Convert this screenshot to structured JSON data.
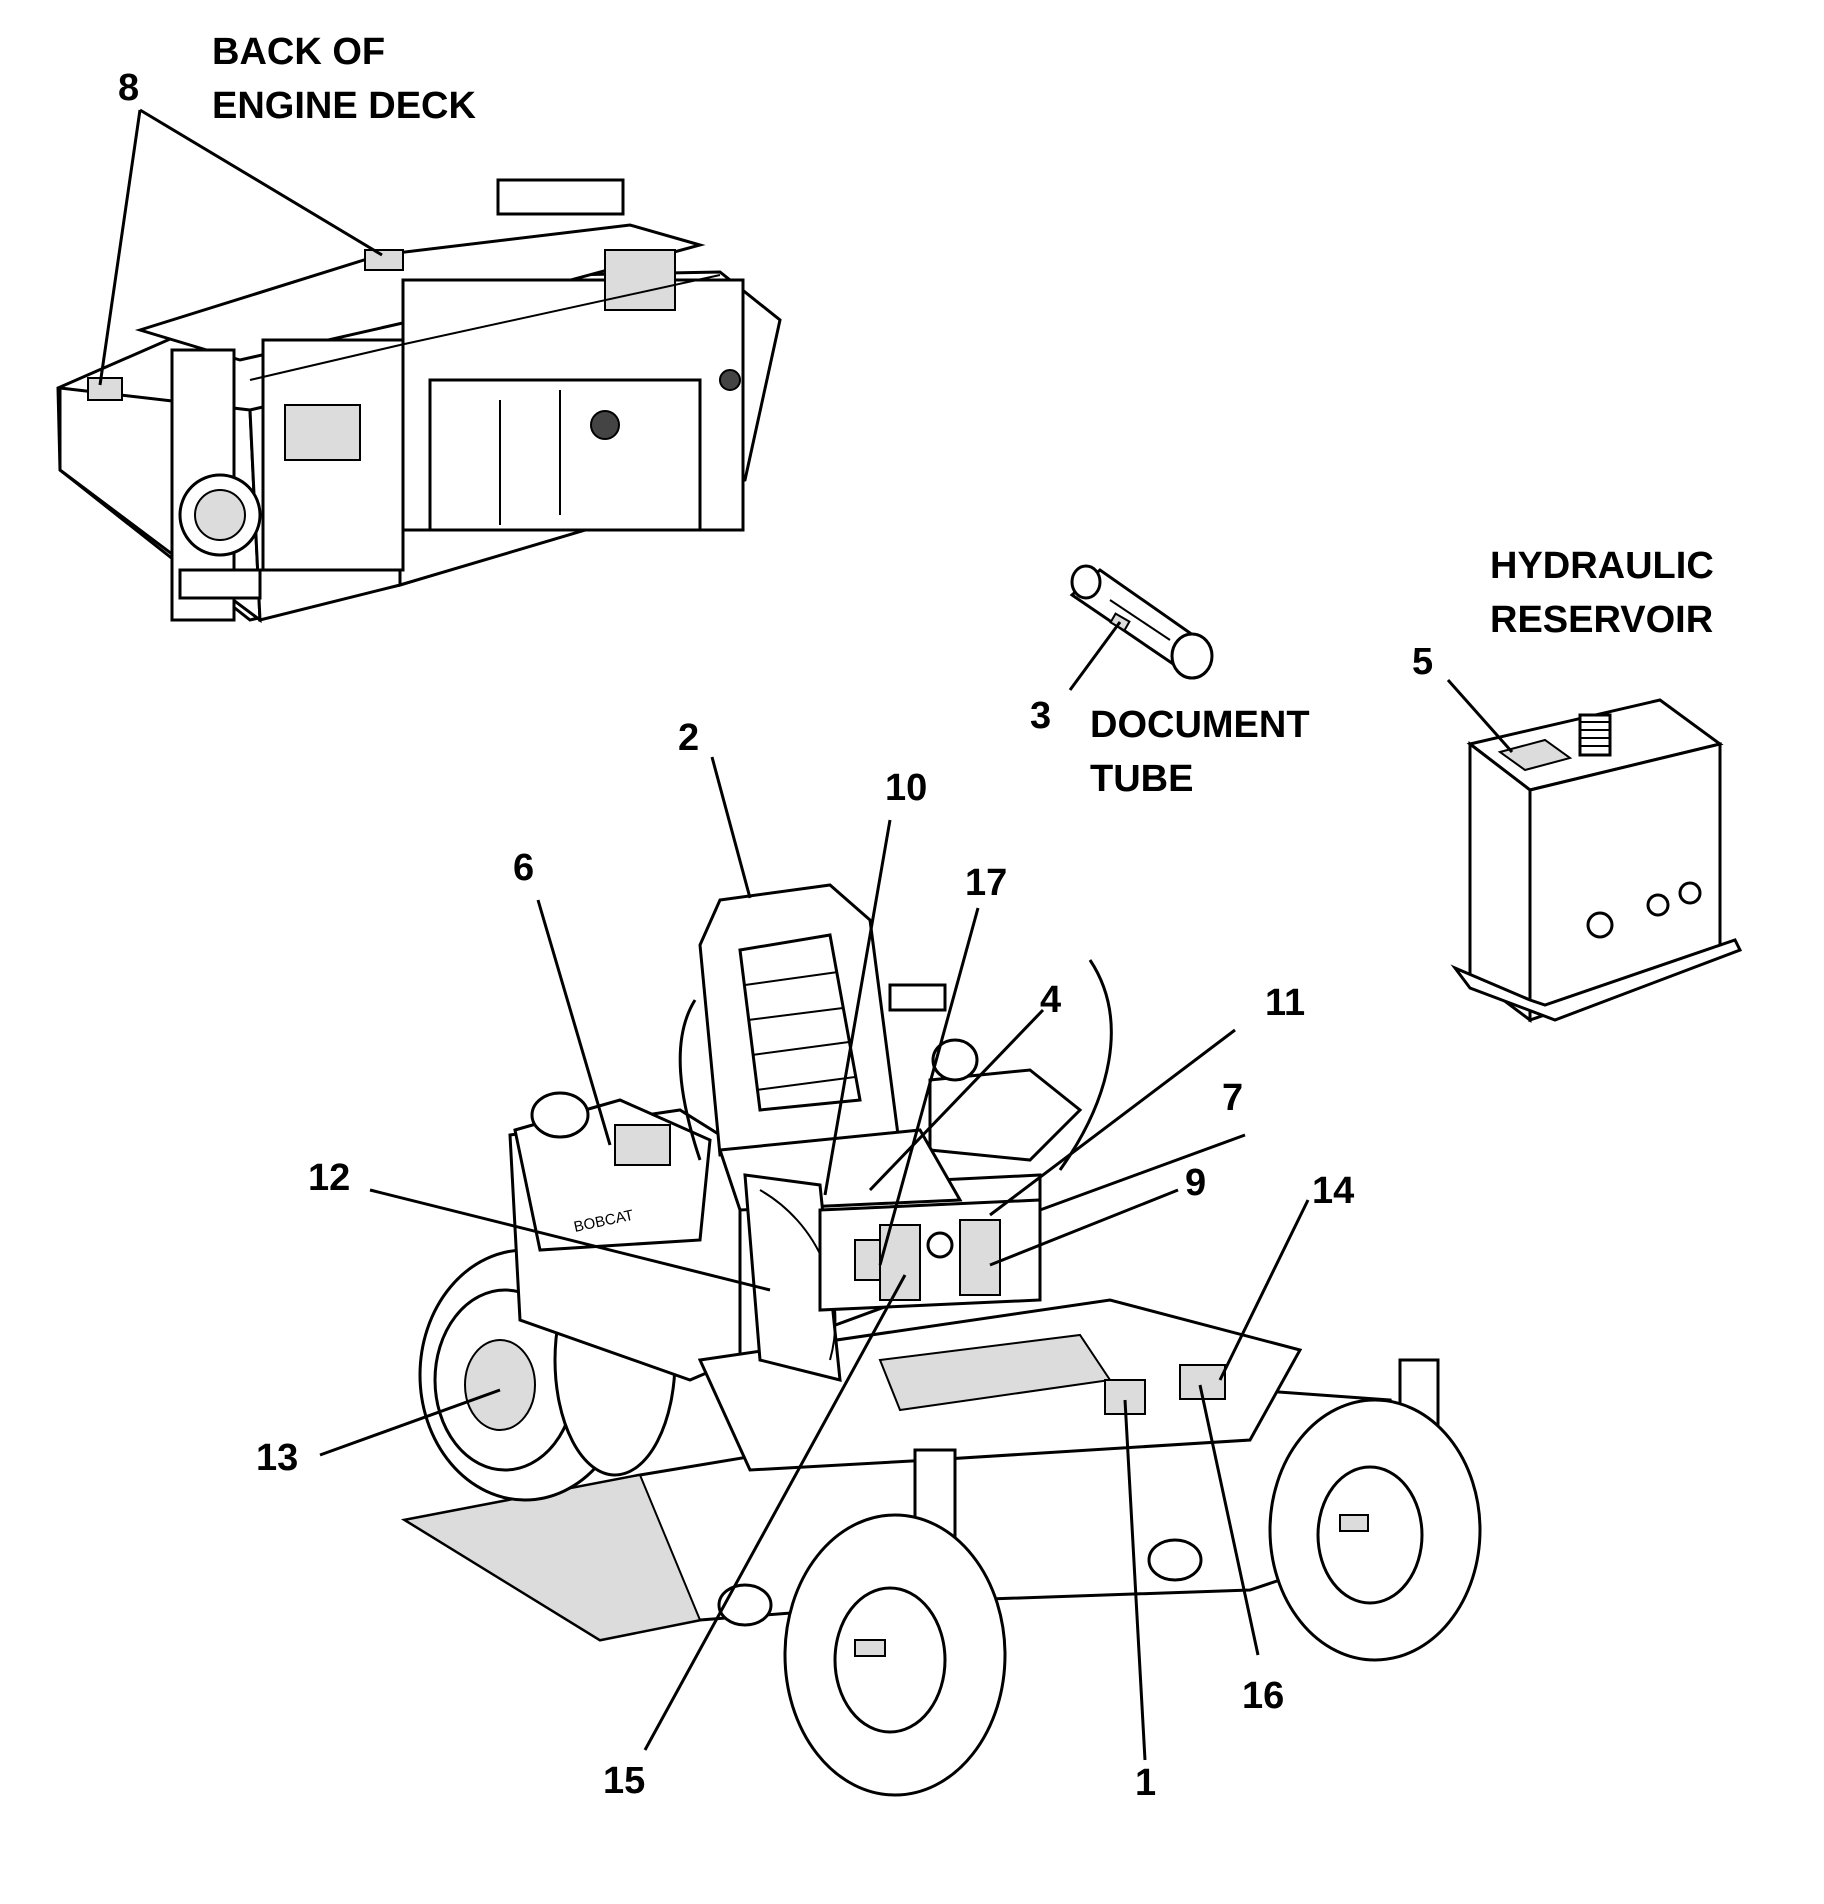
{
  "captions": {
    "engine_deck": [
      "BACK OF",
      "ENGINE DECK"
    ],
    "document_tube": [
      "DOCUMENT",
      "TUBE"
    ],
    "hydraulic_reservoir": [
      "HYDRAULIC",
      "RESERVOIR"
    ]
  },
  "brand_decal": "BOBCAT",
  "callouts": [
    {
      "id": "1",
      "label": "1"
    },
    {
      "id": "2",
      "label": "2"
    },
    {
      "id": "3",
      "label": "3"
    },
    {
      "id": "4",
      "label": "4"
    },
    {
      "id": "5",
      "label": "5"
    },
    {
      "id": "6",
      "label": "6"
    },
    {
      "id": "7",
      "label": "7"
    },
    {
      "id": "8",
      "label": "8"
    },
    {
      "id": "9",
      "label": "9"
    },
    {
      "id": "10",
      "label": "10"
    },
    {
      "id": "11",
      "label": "11"
    },
    {
      "id": "12",
      "label": "12"
    },
    {
      "id": "13",
      "label": "13"
    },
    {
      "id": "14",
      "label": "14"
    },
    {
      "id": "15",
      "label": "15"
    },
    {
      "id": "16",
      "label": "16"
    },
    {
      "id": "17",
      "label": "17"
    }
  ]
}
